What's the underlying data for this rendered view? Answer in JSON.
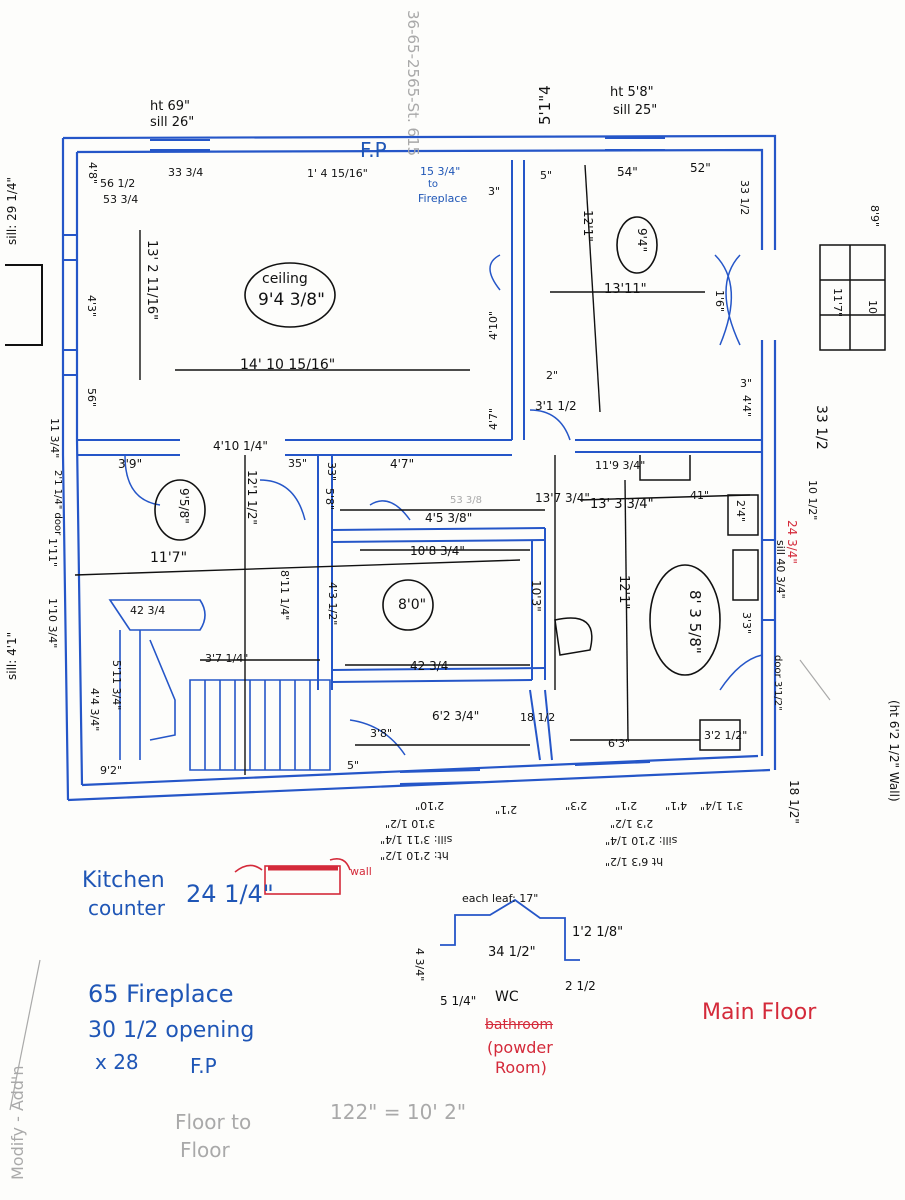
{
  "colors": {
    "wall": "#2556c8",
    "ink": "#111111",
    "red": "#d42a3a",
    "pencil": "#a9a9a9"
  },
  "pencil_top": "36-65-2565-St. 615",
  "window_left": {
    "ht": "ht 69\"",
    "sill": "sill 26\""
  },
  "window_right": {
    "size": "5'1\"4",
    "ht": "ht 5'8\"",
    "sill": "sill 25\""
  },
  "fp_top": "F.P",
  "living": {
    "ceiling_label": "ceiling",
    "ceiling_value": "9'4 3/8\"",
    "length": "14' 10 15/16\"",
    "width": "13' 2 11/16\"",
    "top_dim": "1' 4 15/16\"",
    "fireplace_note_1": "15 3/4\"",
    "fireplace_note_2": "to",
    "fireplace_note_3": "Fireplace",
    "dim_33_a": "33 3/4",
    "dim_56": "56 1/2",
    "dim_533": "53 3/4",
    "dim_4_8": "4'8\"",
    "dim_4_3": "4'3\"",
    "dim_56_b": "56\"",
    "dim_4_7": "4'7\"",
    "dim_4_10": "4'10\"",
    "dim_3": "3\""
  },
  "study": {
    "height": "9'4\"",
    "length": "13'11\"",
    "depth": "12'1\"",
    "dim_54": "54\"",
    "dim_52": "52\"",
    "dim_33": "33 1/2",
    "dim_1_6": "1'6\"",
    "dim_4_4": "4'4\"",
    "dim_5": "5\"",
    "dim_3_1": "3'1 1/2",
    "dim_2": "2\"",
    "dim_3_a": "3\""
  },
  "hall": {
    "ceiling": "9'5/8\"",
    "width": "11'7\"",
    "dim_3_9": "3'9\"",
    "dim_4_10_q": "4'10 1/4\"",
    "dim_12_1": "12'1 1/2\"",
    "dim_35": "35\"",
    "dim_1_11": "1'11\"",
    "dim_2_1": "2'1 1/4\" door",
    "dim_1_10": "1'10 3/4\"",
    "dim_4_4": "4'4 3/4\"",
    "dim_8_11": "8'11 1/4\""
  },
  "stairs": {
    "top": "42 3/4",
    "width": "3'7 1/4\"",
    "left": "5'11 3/4\"",
    "bottom": "9'2\""
  },
  "dining": {
    "ceiling": "8'0\"",
    "length": "13'7 3/4\"",
    "top": "4'5 3/8\"",
    "bottom": "10'8 3/4\"",
    "left": "4'3 1/2\"",
    "right": "10'3\"",
    "dim_42": "42 3/4",
    "dim_47": "4'7\"",
    "dim_33_ceiling": "33\"",
    "dim_58": "5'8\"",
    "pencil_53": "53 3/8",
    "dim_s": "5\"",
    "dim_3_8": "3'8\"",
    "dim_6_2": "6'2 3/4\"",
    "dim_18": "18 1/2"
  },
  "kitchen": {
    "ceiling": "8' 3 5/8\"",
    "width": "12'1\"",
    "length": "13' 3 3/4\"",
    "dim_11_9": "11'9 3/4\"",
    "dim_41": "41\"",
    "dim_10": "10 1/2\"",
    "dim_24_red": "24 3/4\"",
    "sill": "sill 40 3/4\"",
    "dim_3_3": "3'3\"",
    "dim_2_4": "2'4\"",
    "dim_door": "door 3'1/2\"",
    "dim_3_21": "3'2 1/2\"",
    "dim_6": "6'3\"",
    "right_note": "(ht 6'2 1/2\" Wall)",
    "dim_18_5": "18 1/2\""
  },
  "bottom_notes": {
    "a": "2'10\"",
    "b": "3'10 1/2\"",
    "c": "sill: 3'11 1/4\"",
    "d": "ht: 2'10 1/2\"",
    "e": "2'1\"",
    "f": "2'3\"",
    "g": "2'1\"",
    "h": "4'1\"",
    "i": "sill: 2'10 1/4\"",
    "j": "ht 6'3 1/2\"",
    "k": "2'3 1/2\"",
    "l": "3'1 1/4\""
  },
  "left_side": {
    "sill_top": "sill: 29 1/4\"",
    "sill_bottom": "sill: 4'1\"",
    "dim_11": "11 3/4\""
  },
  "kitchen_counter": {
    "line1": "Kitchen",
    "line2": "counter",
    "value": "24 1/4\"",
    "wall": "wall"
  },
  "powder": {
    "each_leaf": "each leaf: 17\"",
    "width": "34 1/2\"",
    "right": "1'2 1/8\"",
    "left": "4 3/4\"",
    "bottom_left": "5 1/4\"",
    "bottom_right": "2 1/2",
    "wc": "WC",
    "struck": "bathroom",
    "room_1": "(powder",
    "room_2": "Room)"
  },
  "fireplace_notes": {
    "line1": "65 Fireplace",
    "line2": "30 1/2 opening",
    "line3": "x 28",
    "fp": "F.P"
  },
  "floor_note": {
    "line1": "Floor to",
    "line2": "Floor",
    "value": "122\" = 10' 2\""
  },
  "main_floor": "Main Floor",
  "right_detail": {
    "a": "8'9\"",
    "b": "11'7\"",
    "c": "33 1/2",
    "d": "10"
  },
  "pencil_left": "Modify - Add'n"
}
